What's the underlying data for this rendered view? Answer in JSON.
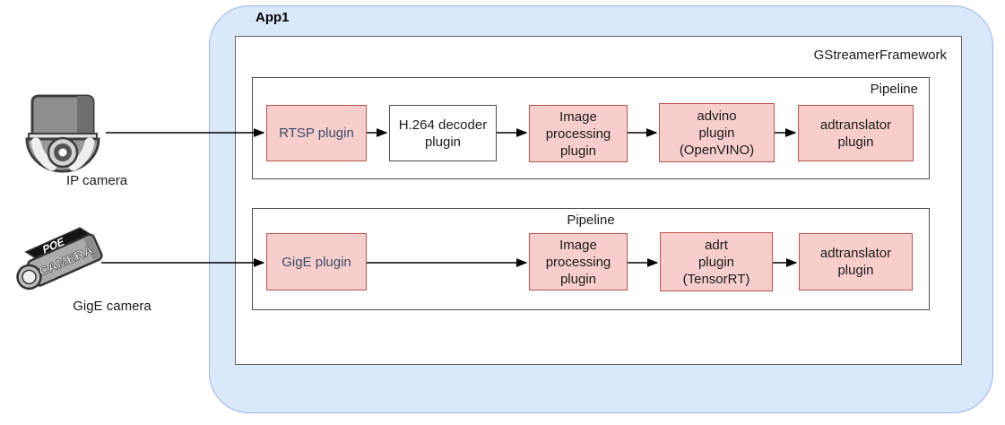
{
  "app": {
    "label": "App1"
  },
  "framework": {
    "label": "GStreamerFramework"
  },
  "cameras": [
    {
      "label": "IP camera",
      "icon": "dome-camera-icon"
    },
    {
      "label": "GigE camera",
      "icon": "box-camera-icon",
      "body_text_top": "POE",
      "body_text_side": "CAMERA"
    }
  ],
  "pipelines": [
    {
      "label": "Pipeline",
      "nodes": [
        {
          "label": "RTSP plugin"
        },
        {
          "label": "H.264 decoder\nplugin"
        },
        {
          "label": "Image\nprocessing\nplugin"
        },
        {
          "label": "advino\nplugin\n(OpenVINO)"
        },
        {
          "label": "adtranslator\nplugin"
        }
      ]
    },
    {
      "label": "Pipeline",
      "nodes": [
        {
          "label": "GigE plugin"
        },
        {
          "label": "Image\nprocessing\nplugin"
        },
        {
          "label": "adrt\nplugin\n(TensorRT)"
        },
        {
          "label": "adtranslator\nplugin"
        }
      ]
    }
  ],
  "colors": {
    "container_fill": "#dae8fc",
    "container_border": "#9db7e0",
    "plugin_fill": "#f8cecc",
    "plugin_border": "#b85450",
    "source_plugin_text": "#3c4a66",
    "text": "#1a1a1a",
    "arrow": "#000000"
  }
}
